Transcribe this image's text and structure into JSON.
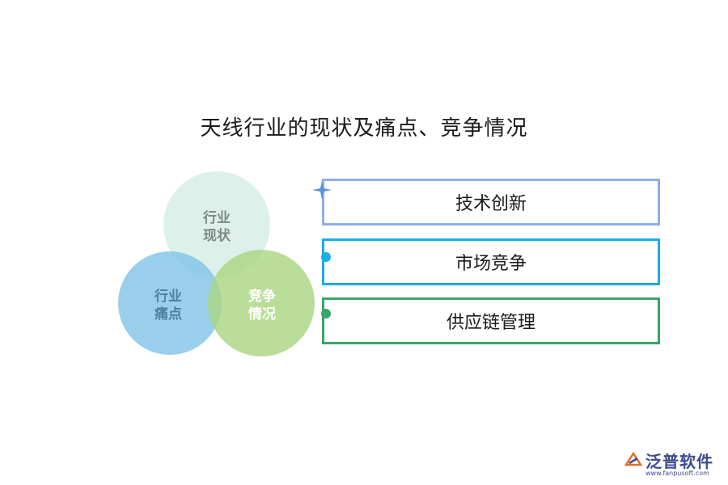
{
  "title": "天线行业的现状及痛点、竞争情况",
  "venn": {
    "top": "行业\n现状",
    "left": "行业\n痛点",
    "right": "竞争\n情况"
  },
  "items": [
    {
      "label": "技术创新",
      "color": "#8fb0e6"
    },
    {
      "label": "市场竞争",
      "color": "#1aaee6"
    },
    {
      "label": "供应链管理",
      "color": "#3aa56a"
    }
  ],
  "colors": {
    "circle_top": "#d7efe6",
    "circle_left": "#7fc3e8",
    "circle_right": "#a9d67f"
  },
  "logo": {
    "name": "泛普软件",
    "url": "www.fanpusoft.com"
  }
}
